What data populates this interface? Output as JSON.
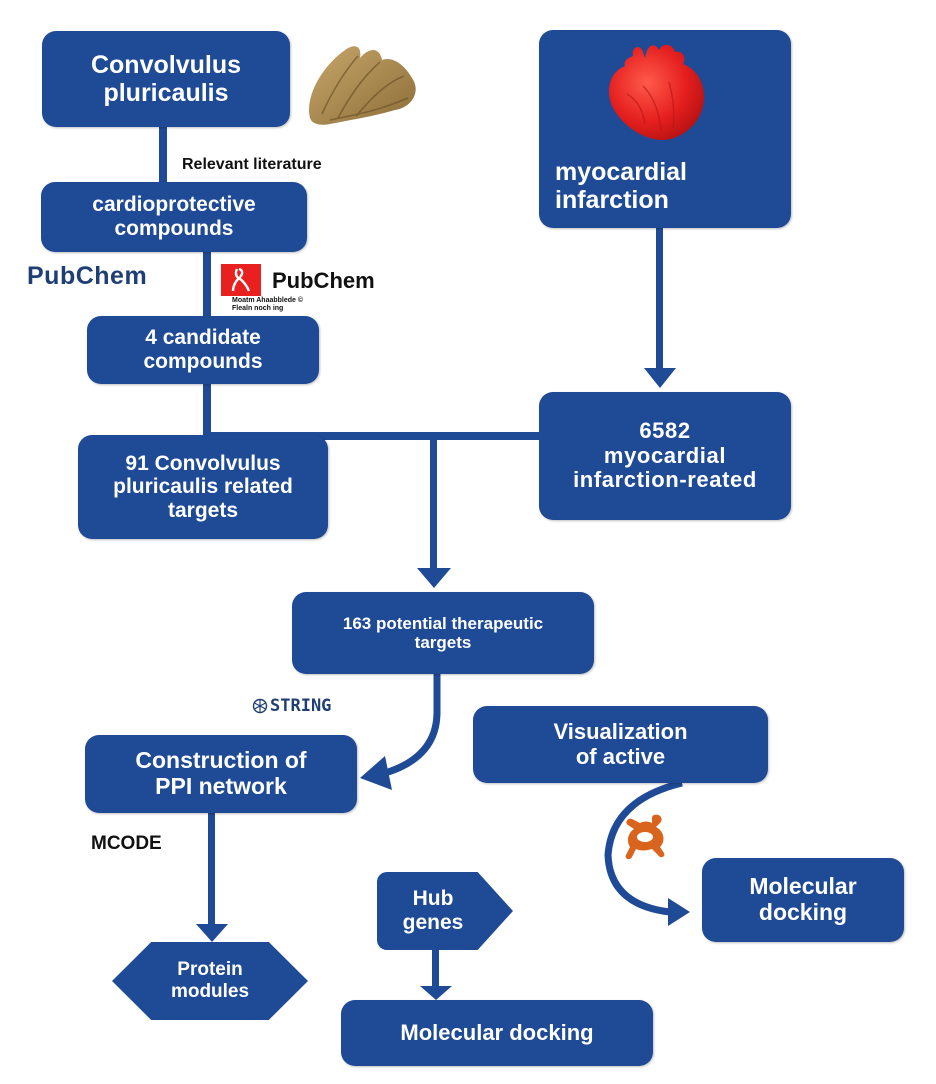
{
  "colors": {
    "node_fill": "#1f4a96",
    "node_text": "#ffffff",
    "connector": "#1f4a96",
    "label_text": "#111111",
    "pubchem_red": "#e8201f",
    "pubchem_navy": "#1f3f74",
    "heart_red": "#e41e1e",
    "plant_brown": "#a88a4e",
    "ligand_orange": "#d8641e"
  },
  "nodes": {
    "convolvulus": "Convolvulus\npluricaulis",
    "cardioprotective": "cardioprotective\ncompounds",
    "candidate": "4 candidate\ncompounds",
    "cp_targets": "91 Convolvulus\npluricaulis related\ntargets",
    "mi": "myocardial\ninfarction",
    "mi_targets": "6582\nmyocardial\ninfarction-reated",
    "therapeutic": "163 potential therapeutic\ntargets",
    "ppi": "Construction of\nPPI network",
    "protein_modules": "Protein\nmodules",
    "hub_genes": "Hub\ngenes",
    "docking_bottom": "Molecular docking",
    "visualization": "Visualization\nof active",
    "docking_right": "Molecular\ndocking"
  },
  "labels": {
    "relevant_literature": "Relevant literature",
    "pubchem_logo_1": "PubChem",
    "pubchem_logo_2": "PubChem",
    "pubchem_caption_1": "Moatm Ahaabblede ©",
    "pubchem_caption_2": "Flealn noch ing",
    "string_logo": "STRING",
    "mcode": "MCODE"
  },
  "icons": {
    "plant": "convolvulus-plant-image",
    "heart": "anatomical-heart-image",
    "pubchem_hex": "pubchem-hexagon-logo",
    "pubchem_flask": "pubchem-red-logo",
    "string": "string-db-logo",
    "ligand": "ligand-molecule-icon"
  }
}
